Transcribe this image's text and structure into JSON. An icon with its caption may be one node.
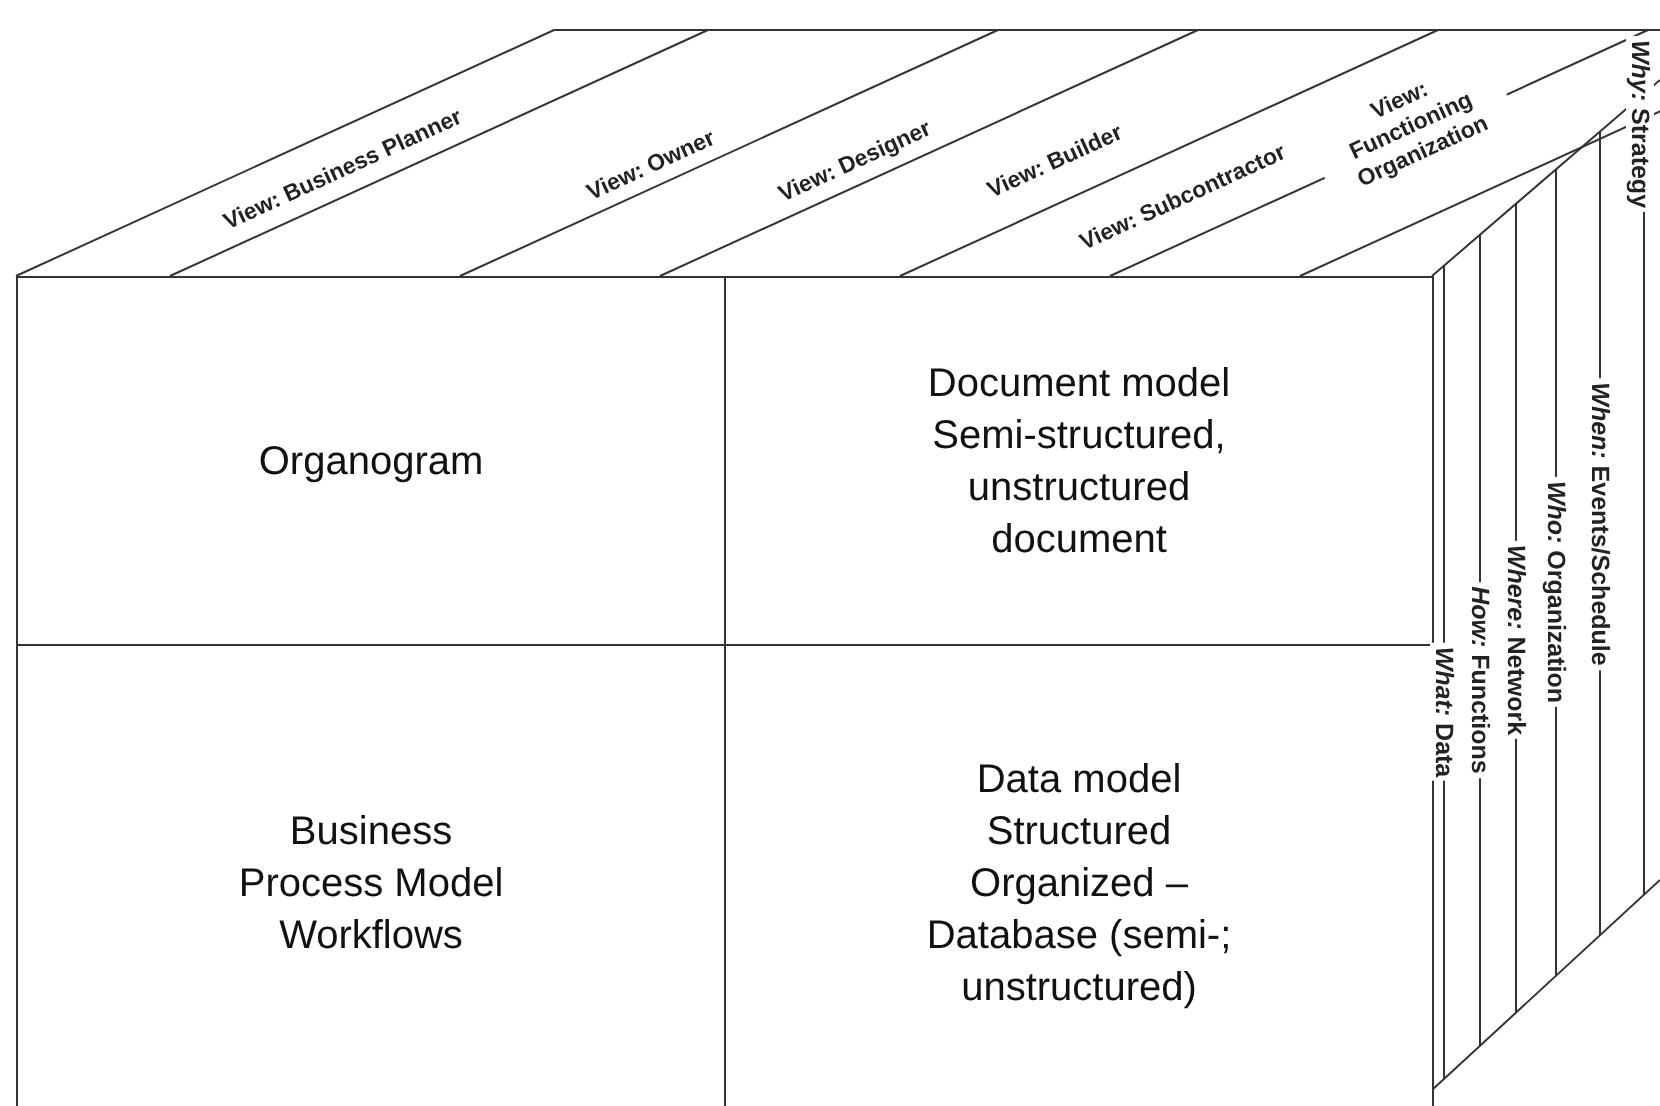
{
  "diagram": {
    "nodes": [
      {
        "text": [
          "Organogram"
        ]
      },
      {
        "text": [
          "Document model Semi-structured, unstructured document"
        ]
      },
      {
        "text": [
          "Business Process Model Workflows"
        ]
      },
      {
        "text": [
          "Data model Structured Organized – Database (semi-; unstructured)"
        ]
      }
    ],
    "labels": [
      "View: Business Planner",
      "View: Owner",
      "View: Designer",
      "View: Builder",
      "View: Subcontractor",
      "View: Functioning Organization",
      "*Why:* Strategy",
      "*When:* Events/Schedule",
      "*Who:* Organization",
      "*Where:* Network",
      "*How:* Functions",
      "*What:* Data"
    ]
  }
}
